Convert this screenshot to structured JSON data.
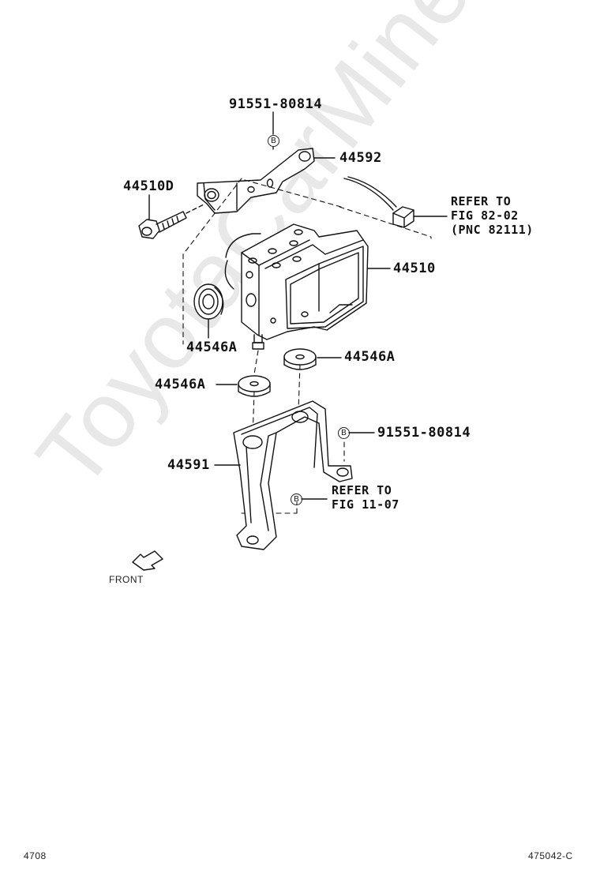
{
  "parts": {
    "bolt_top": "91551-80814",
    "bracket_upper": "44592",
    "actuator_bracket_set": "44510D",
    "actuator": "44510",
    "cushion_side": "44546A",
    "cushion_right": "44546A",
    "cushion_left": "44546A",
    "bolt_right": "91551-80814",
    "bracket_lower": "44591"
  },
  "refs": {
    "connector_line1": "REFER TO",
    "connector_line2": "FIG 82-02",
    "connector_line3": "(PNC 82111)",
    "frame_line1": "REFER TO",
    "frame_line2": "FIG 11-07"
  },
  "markers": {
    "b_top": "B",
    "b_right": "B",
    "b_ref": "B"
  },
  "front_label": "FRONT",
  "watermark": "ToyotaCarMine.ru",
  "footer": {
    "page_no": "4708",
    "drawing_no": "475042-C"
  }
}
